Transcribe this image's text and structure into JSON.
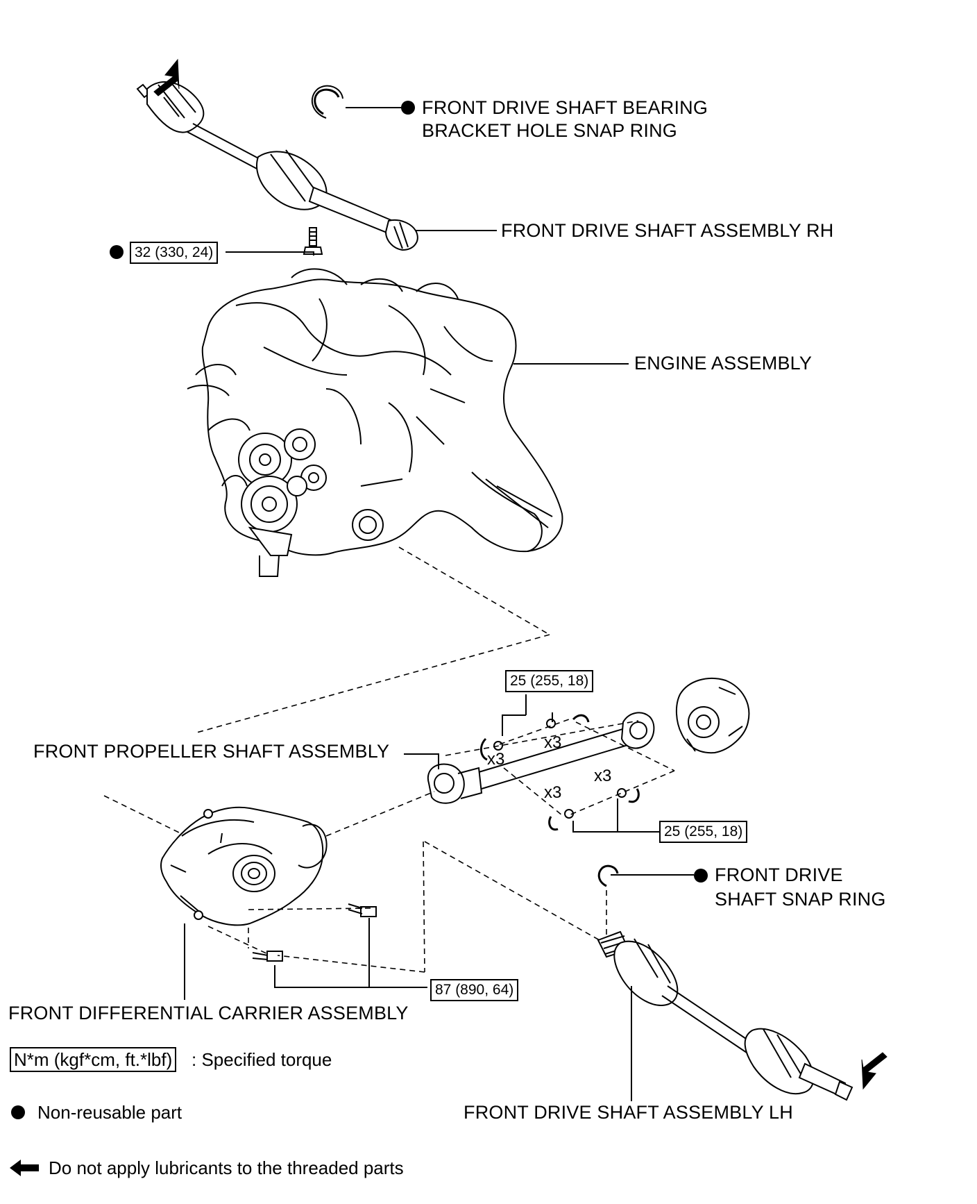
{
  "labels": {
    "bearing_snap_ring_line1": "FRONT DRIVE SHAFT BEARING",
    "bearing_snap_ring_line2": "BRACKET HOLE SNAP RING",
    "shaft_rh": "FRONT DRIVE SHAFT ASSEMBLY RH",
    "engine": "ENGINE ASSEMBLY",
    "propeller_shaft": "FRONT PROPELLER SHAFT ASSEMBLY",
    "snap_ring_line1": "FRONT DRIVE",
    "snap_ring_line2": "SHAFT SNAP RING",
    "diff_carrier": "FRONT DIFFERENTIAL CARRIER ASSEMBLY",
    "shaft_lh": "FRONT DRIVE SHAFT ASSEMBLY LH"
  },
  "torques": {
    "rh_bolt": "32 (330, 24)",
    "propeller_top": "25 (255, 18)",
    "propeller_bottom": "25 (255, 18)",
    "carrier": "87 (890, 64)"
  },
  "quantities": {
    "q1": "x3",
    "q2": "x3",
    "q3": "x3",
    "q4": "x3"
  },
  "legend": {
    "torque_box": "N*m (kgf*cm, ft.*lbf)",
    "torque_desc": ": Specified torque",
    "non_reusable": "Non-reusable part",
    "no_lubricant": "Do not apply lubricants to the threaded parts"
  }
}
